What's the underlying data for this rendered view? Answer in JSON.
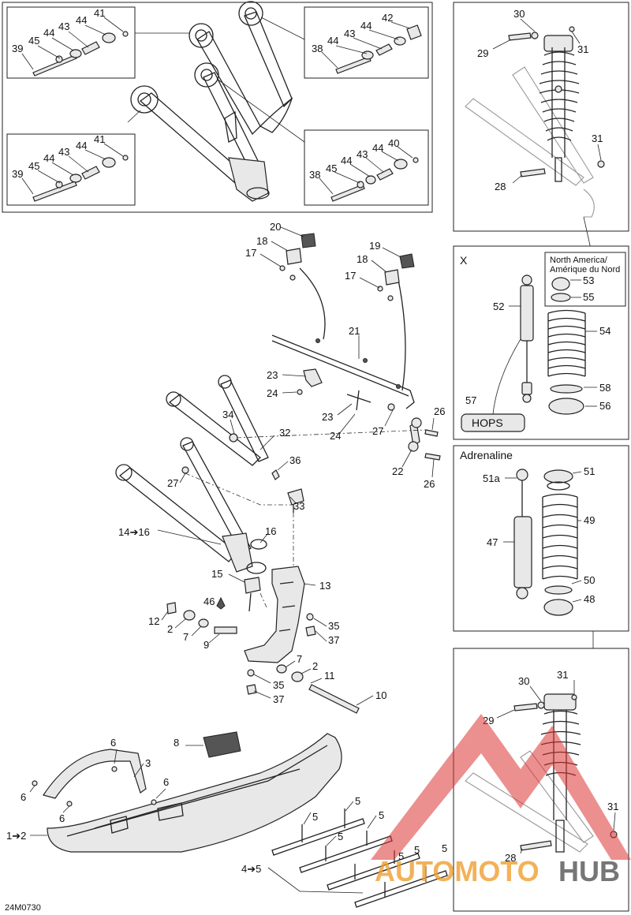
{
  "figure_code": "24M0730",
  "callouts": {
    "tl_39": "39",
    "tl_45": "45",
    "tl_44a": "44",
    "tl_43": "43",
    "tl_44b": "44",
    "tl_41": "41",
    "tr_38": "38",
    "tr_44": "44",
    "tr_43": "43",
    "tr_44b": "44",
    "tr_42": "42",
    "bl_39": "39",
    "bl_45": "45",
    "bl_44a": "44",
    "bl_43": "43",
    "bl_44b": "44",
    "bl_41": "41",
    "br_38": "38",
    "br_45": "45",
    "br_44": "44",
    "br_43": "43",
    "br_44b": "44",
    "br_40": "40",
    "s1_30": "30",
    "s1_29": "29",
    "s1_31a": "31",
    "s1_31b": "31",
    "s1_28": "28",
    "c20": "20",
    "c18a": "18",
    "c17a": "17",
    "c19": "19",
    "c18b": "18",
    "c17b": "17",
    "c21": "21",
    "c23a": "23",
    "c24a": "24",
    "c23b": "23",
    "c24b": "24",
    "c27a": "27",
    "c26a": "26",
    "c22": "22",
    "c26b": "26",
    "c34": "34",
    "c32": "32",
    "c36": "36",
    "c27b": "27",
    "c33": "33",
    "c14_16": "14➔16",
    "c16": "16",
    "c15": "15",
    "c13": "13",
    "c46": "46",
    "c12": "12",
    "c2a": "2",
    "c7a": "7",
    "c9": "9",
    "c35a": "35",
    "c37a": "37",
    "c7b": "7",
    "c2b": "2",
    "c11": "11",
    "c35b": "35",
    "c37b": "37",
    "c10": "10",
    "c8": "8",
    "c6a": "6",
    "c3": "3",
    "c6b": "6",
    "c6c": "6",
    "c6d": "6",
    "c1_2": "1➔2",
    "c5a": "5",
    "c5b": "5",
    "c5c": "5",
    "c5d": "5",
    "c5e": "5",
    "c5f": "5",
    "c5g": "5",
    "c4_5": "4➔5",
    "x_title": "X",
    "x_region": "North America/\nAmérique du Nord",
    "x_region_l1": "North America/",
    "x_region_l2": "Amérique du Nord",
    "x53": "53",
    "x55": "55",
    "x52": "52",
    "x54": "54",
    "x57": "57",
    "x58": "58",
    "x56": "56",
    "x_hops": "HOPS",
    "a_title": "Adrenaline",
    "a51a": "51a",
    "a51": "51",
    "a49": "49",
    "a47": "47",
    "a50": "50",
    "a48": "48",
    "s2_30": "30",
    "s2_31a": "31",
    "s2_29": "29",
    "s2_31b": "31",
    "s2_28": "28"
  },
  "watermark": {
    "text_a": "AUTOMOTO",
    "text_b": "HUB",
    "color_a": "#f0a030",
    "color_b": "#555555",
    "mark_color": "#dd3333"
  }
}
